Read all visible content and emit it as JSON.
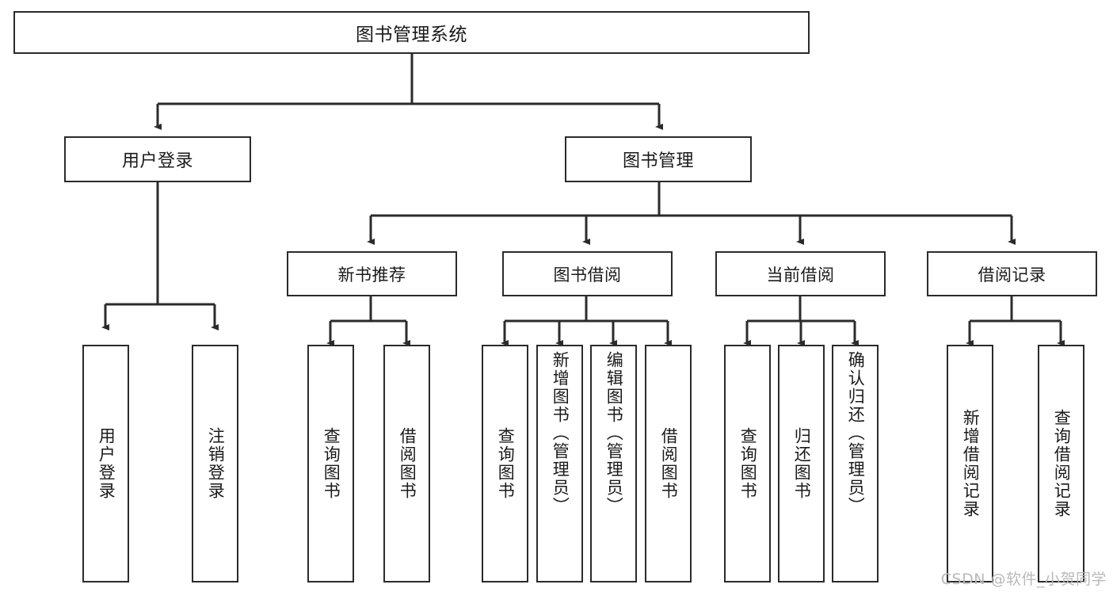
{
  "diagram": {
    "title": "图书管理系统",
    "type": "功能结构图",
    "watermark": "CSDN @软件_小贺同学",
    "colors": {
      "border": "#2b2b2b",
      "background": "#ffffff",
      "text": "#1a1a1a",
      "watermark": "#b9b9b9"
    },
    "root": {
      "label": "图书管理系统"
    },
    "level2": [
      {
        "label": "用户登录"
      },
      {
        "label": "图书管理"
      }
    ],
    "level3": [
      {
        "label": "新书推荐"
      },
      {
        "label": "图书借阅"
      },
      {
        "label": "当前借阅"
      },
      {
        "label": "借阅记录"
      }
    ],
    "leaves": [
      {
        "label": "用户登录"
      },
      {
        "label": "注销登录"
      },
      {
        "label": "查询图书"
      },
      {
        "label": "借阅图书"
      },
      {
        "label": "查询图书"
      },
      {
        "label": "新增图书（管理员）"
      },
      {
        "label": "编辑图书（管理员）"
      },
      {
        "label": "借阅图书"
      },
      {
        "label": "查询图书"
      },
      {
        "label": "归还图书"
      },
      {
        "label": "确认归还（管理员）"
      },
      {
        "label": "新增借阅记录"
      },
      {
        "label": "查询借阅记录"
      }
    ]
  }
}
